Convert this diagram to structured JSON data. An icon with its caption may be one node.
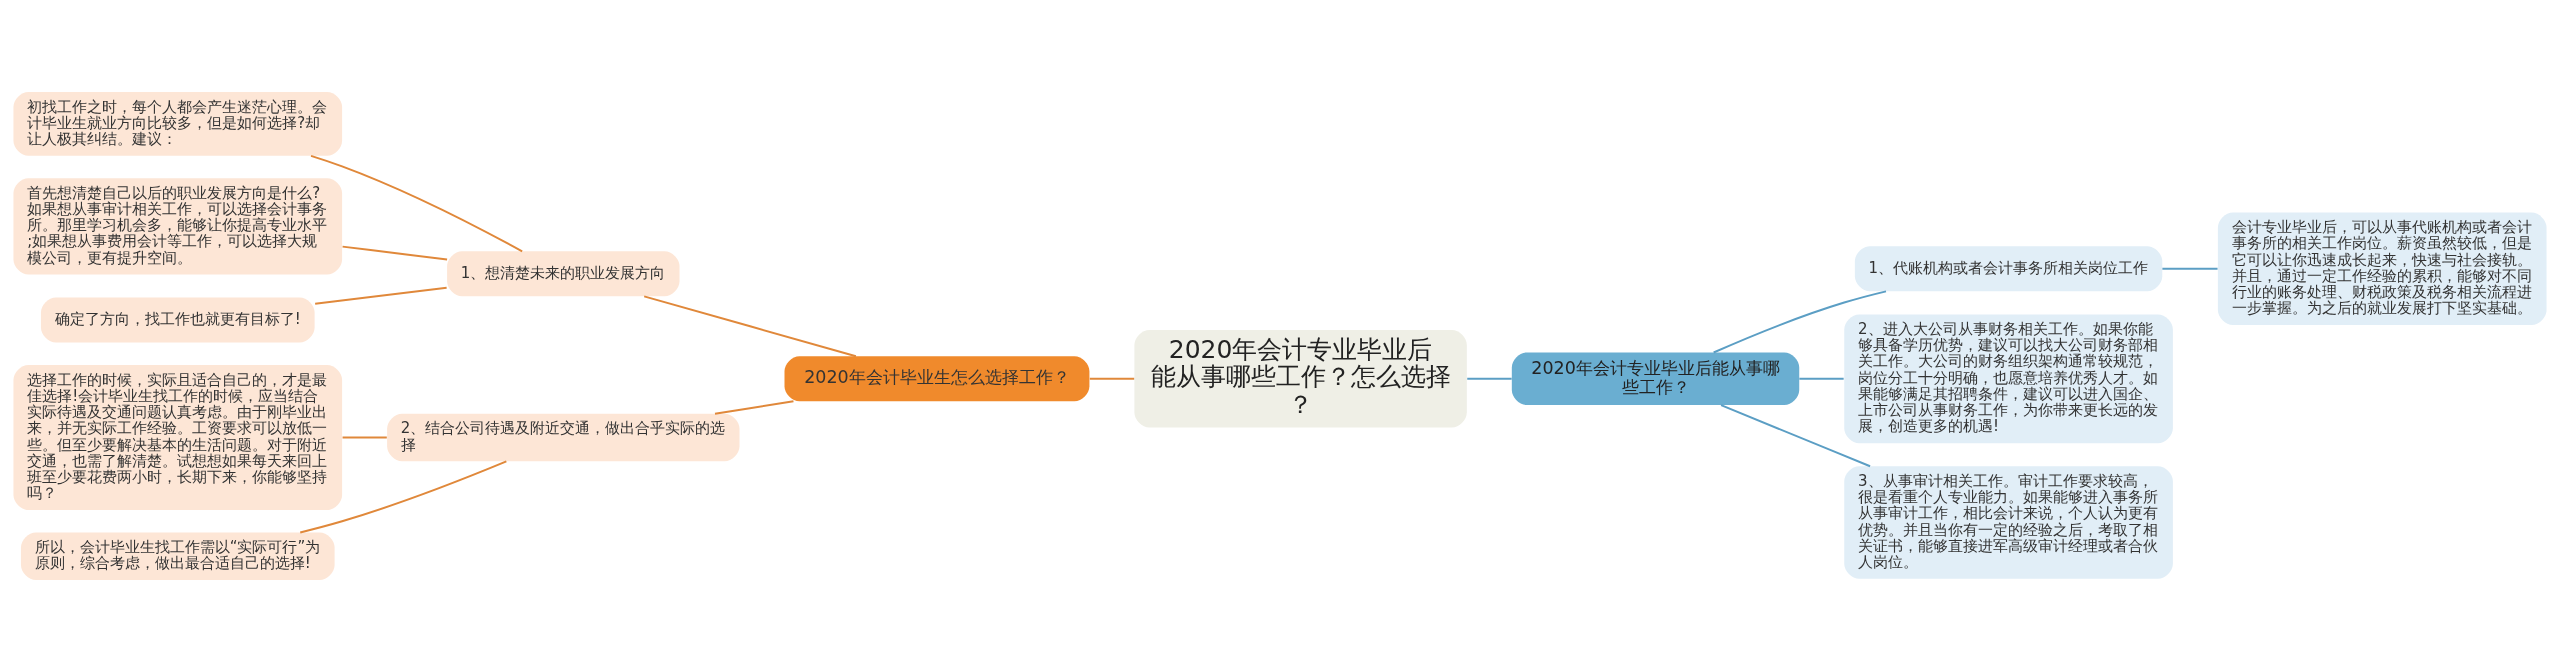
{
  "diagram": {
    "nodes": [
      {
        "text": [
          "2020年会计专业毕业后能从事哪些工作？怎么选择？"
        ]
      },
      {
        "text": [
          "2020年会计毕业生怎么选择工作？"
        ]
      },
      {
        "text": [
          "1、想清楚未来的职业发展方向"
        ]
      },
      {
        "text": [
          "初找工作之时，每个人都会产生迷茫心理。会计毕业生就业方向比较多，但是如何选择?却让人极其纠结。建议："
        ]
      },
      {
        "text": [
          "首先想清楚自己以后的职业发展方向是什么?如果想从事审计相关工作，可以选择会计事务所。那里学习机会多，能够让你提高专业水平;如果想从事费用会计等工作，可以选择大规模公司，更有提升空间。"
        ]
      },
      {
        "text": [
          "确定了方向，找工作也就更有目标了!"
        ]
      },
      {
        "text": [
          "2、结合公司待遇及附近交通，做出合乎实际的选择"
        ]
      },
      {
        "text": [
          "选择工作的时候，实际且适合自己的，才是最佳选择!会计毕业生找工作的时候，应当结合实际待遇及交通问题认真考虑。由于刚毕业出来，并无实际工作经验。工资要求可以放低一些。但至少要解决基本的生活问题。对于附近交通，也需了解清楚。试想想如果每天来回上班至少要花费两小时，长期下来，你能够坚持吗？"
        ]
      },
      {
        "text": [
          "所以，会计毕业生找工作需以“实际可行”为原则，综合考虑，做出最合适自己的选择!"
        ]
      },
      {
        "text": [
          "2020年会计专业毕业后能从事哪些工作？"
        ]
      },
      {
        "text": [
          "1、代账机构或者会计事务所相关岗位工作"
        ]
      },
      {
        "text": [
          "会计专业毕业后，可以从事代账机构或者会计事务所的相关工作岗位。薪资虽然较低，但是它可以让你迅速成长起来，快速与社会接轨。并且，通过一定工作经验的累积，能够对不同行业的账务处理、财税政策及税务相关流程进一步掌握。为之后的就业发展打下坚实基础。"
        ]
      },
      {
        "text": [
          "2、进入大公司从事财务相关工作。如果你能够具备学历优势，建议可以找大公司财务部相关工作。大公司的财务组织架构通常较规范，岗位分工十分明确，也愿意培养优秀人才。如果能够满足其招聘条件，建议可以进入国企、上市公司从事财务工作，为你带来更长远的发展，创造更多的机遇!"
        ]
      },
      {
        "text": [
          "3、从事审计相关工作。审计工作要求较高，很是看重个人专业能力。如果能够进入事务所从事审计工作，相比会计来说，个人认为更有优势。并且当你有一定的经验之后，考取了相关证书，能够直接进军高级审计经理或者合伙人岗位。"
        ]
      }
    ],
    "edges": [
      {
        "from": 1,
        "to": 0,
        "arrow": "none"
      },
      {
        "from": 2,
        "to": 1,
        "arrow": "none"
      },
      {
        "from": 3,
        "to": 2,
        "arrow": "none"
      },
      {
        "from": 4,
        "to": 2,
        "arrow": "none"
      },
      {
        "from": 5,
        "to": 2,
        "arrow": "none"
      },
      {
        "from": 6,
        "to": 1,
        "arrow": "none"
      },
      {
        "from": 7,
        "to": 6,
        "arrow": "none"
      },
      {
        "from": 8,
        "to": 6,
        "arrow": "none"
      },
      {
        "from": 0,
        "to": 9,
        "arrow": "none",
        "color": "#5b9ec4"
      },
      {
        "from": 9,
        "to": 10,
        "arrow": "none",
        "color": "#5b9ec4"
      },
      {
        "from": 10,
        "to": 11,
        "arrow": "none",
        "color": "#5b9ec4"
      },
      {
        "from": 9,
        "to": 12,
        "arrow": "none",
        "color": "#5b9ec4"
      },
      {
        "from": 9,
        "to": 13,
        "arrow": "none",
        "color": "#5b9ec4"
      }
    ]
  }
}
